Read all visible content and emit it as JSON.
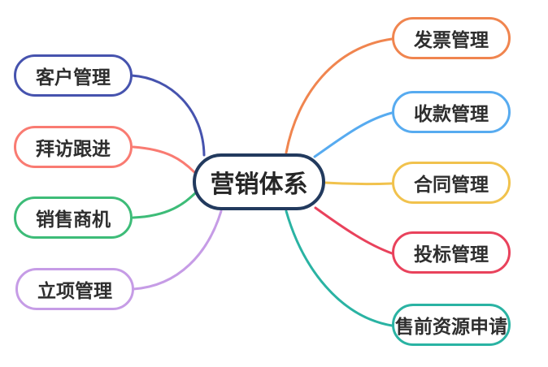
{
  "mindmap": {
    "text_color": "#2e2e2e",
    "node_fill": "#ffffff",
    "root": {
      "label": "营销体系",
      "color": "#223a5e"
    },
    "left_branches": [
      {
        "label": "客户管理",
        "color": "#4653ae"
      },
      {
        "label": "拜访跟进",
        "color": "#f97b72"
      },
      {
        "label": "销售商机",
        "color": "#3dbc78"
      },
      {
        "label": "立项管理",
        "color": "#c69ce6"
      }
    ],
    "right_branches": [
      {
        "label": "发票管理",
        "color": "#f0854f"
      },
      {
        "label": "收款管理",
        "color": "#57abf0"
      },
      {
        "label": "合同管理",
        "color": "#f1c24d"
      },
      {
        "label": "投标管理",
        "color": "#e9425c"
      },
      {
        "label": "售前资源申请",
        "color": "#2ab3a3"
      }
    ]
  }
}
